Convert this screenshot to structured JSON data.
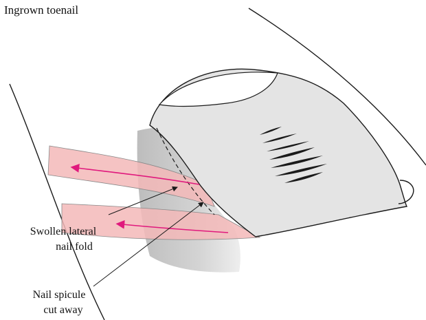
{
  "title": "Ingrown toenail",
  "labels": {
    "nail_fold_line1": "Swollen lateral",
    "nail_fold_line2": "nail fold",
    "spicule_line1": "Nail spicule",
    "spicule_line2": "cut away"
  },
  "colors": {
    "outline": "#1a1a1a",
    "nail_fill": "#e4e4e4",
    "shadow_fill": "#c6c6c6",
    "fold_band_fill": "#f3b8b8",
    "arrow": "#e0197d"
  }
}
